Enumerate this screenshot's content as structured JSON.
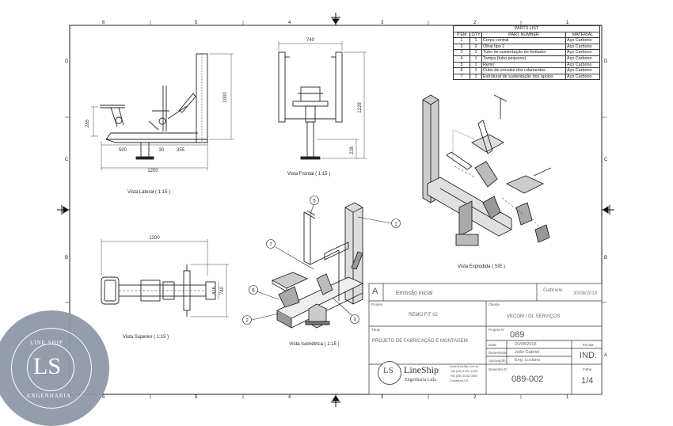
{
  "border": {
    "col_numbers_top": [
      "6",
      "5",
      "4",
      "3",
      "2",
      "1"
    ],
    "col_numbers_bottom": [
      "6",
      "5",
      "4",
      "3",
      "2",
      "1"
    ],
    "row_letters_left": [
      "D",
      "C",
      "B",
      "A"
    ],
    "row_letters_right": [
      "D",
      "C",
      "B",
      "A"
    ]
  },
  "parts_list": {
    "title": "PARTS LIST",
    "headers": [
      "ITEM",
      "QTY",
      "PART NUMBER",
      "MATERIAL"
    ],
    "rows": [
      [
        "1",
        "1",
        "Corpo central",
        "Aço Carbono"
      ],
      [
        "2",
        "2",
        "Olhal tipo 2",
        "Aço Carbono"
      ],
      [
        "3",
        "1",
        "Tubo de sustentação do limitador",
        "Aço Carbono"
      ],
      [
        "4",
        "1",
        "Tampa (tubo pequeno)",
        "Aço Carbono"
      ],
      [
        "5",
        "1",
        "Remo",
        "Aço Carbono"
      ],
      [
        "6",
        "1",
        "Cubo de encaixe dos rolamentos",
        "Aço Carbono"
      ],
      [
        "7",
        "1",
        "Estrutural de sustentação dos apoios",
        "Aço Carbono"
      ]
    ]
  },
  "views": {
    "lateral": {
      "title": "Vista Lateral ( 1:15 )",
      "dims": [
        "285",
        "1000",
        "500",
        "30",
        "355",
        "1200"
      ]
    },
    "frontal": {
      "title": "Vista Frontal ( 1:15 )",
      "dims": [
        "740",
        "1228",
        "228"
      ]
    },
    "superior": {
      "title": "Vista Superior ( 1:15 )",
      "dims": [
        "1200",
        "416",
        "740"
      ]
    },
    "isometrica": {
      "title": "Vista Isométrica ( 1:15 )",
      "balloons": [
        "5",
        "1",
        "7",
        "6",
        "2",
        "3"
      ]
    },
    "explodida": {
      "title": "Vista Explodida ( S/E )"
    }
  },
  "title_block": {
    "rev_letter": "A",
    "rev_desc": "Emissão inicial",
    "rev_by": "Gabriele",
    "rev_date": "30/08/2018",
    "projeto_label": "Projeto",
    "projeto_value": "REMO FIT 02",
    "cliente_label": "Cliente",
    "cliente_value": "VECOM / GL SERVIÇOS",
    "titulo_label": "Título",
    "titulo_value": "PROJETO DE FABRICAÇÃO E MONTAGEM",
    "projeto_num_label": "Projeto N°",
    "projeto_num_value": "089",
    "data_label": "Data",
    "data_value": "20/08/2018",
    "escala_label": "Escala",
    "escala_value": "IND.",
    "desenhista_label": "Desenhista",
    "desenhista_value": "João Gabriel",
    "aprovacao_label": "Aprovação",
    "aprovacao_value": "Eng. Luciano",
    "desenho_num_label": "Desenho N°",
    "desenho_num_value": "089-002",
    "folha_label": "Folha",
    "folha_value": "1/4",
    "company_name": "LineShip",
    "company_sub": "Engenharia Ltda",
    "company_contact": [
      "www.lineship.com.br",
      "+55 (85) 8721-2202",
      "+55 (85) 3042-0000",
      "Fortaleza-CE"
    ]
  },
  "watermark": {
    "top_text": "LINE SHIP",
    "bottom_text": "ENGENHARIA",
    "monogram": "LS"
  }
}
